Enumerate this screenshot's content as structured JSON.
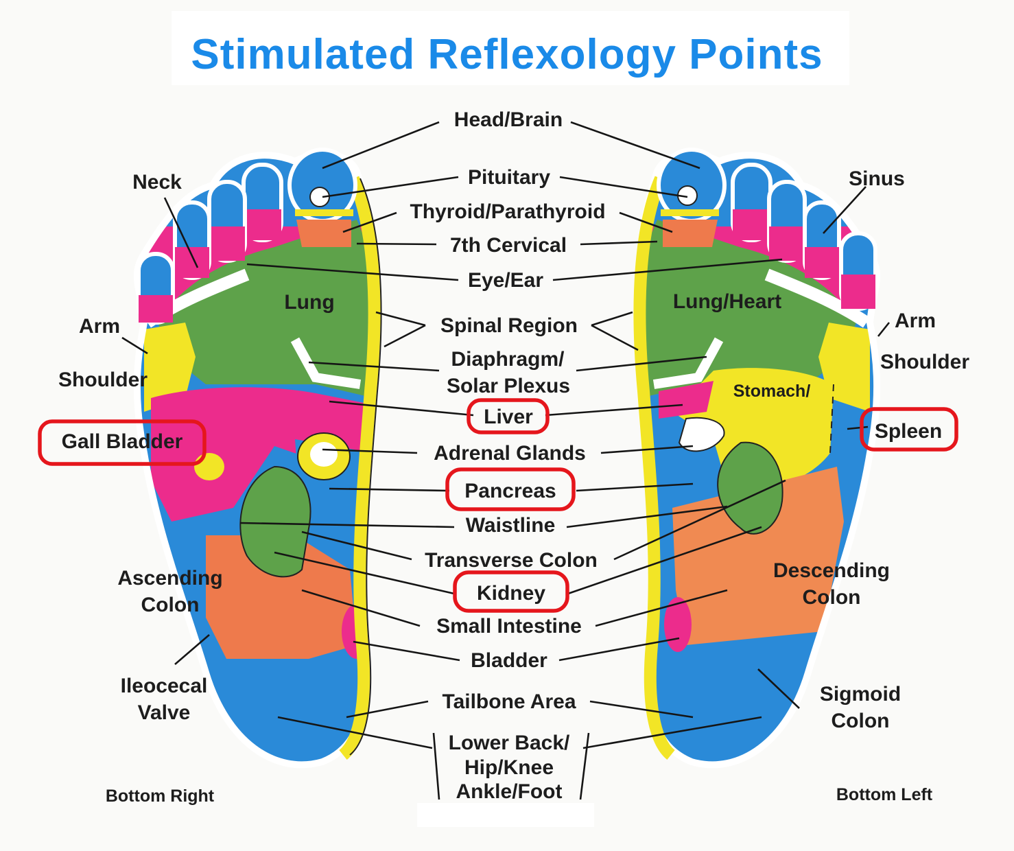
{
  "title": "Stimulated Reflexology Points",
  "colors": {
    "title": "#1a8ae8",
    "highlight": "#e5161c",
    "blue": "#2a8ad8",
    "yellow": "#f2e526",
    "pink": "#ec2c8c",
    "green": "#5ea24a",
    "orange": "#ee7a4c",
    "salmon": "#f08a52"
  },
  "center_labels": {
    "head_brain": "Head/Brain",
    "pituitary": "Pituitary",
    "thyroid": "Thyroid/Parathyroid",
    "cervical": "7th Cervical",
    "eye_ear": "Eye/Ear",
    "spinal": "Spinal Region",
    "diaphragm_1": "Diaphragm/",
    "diaphragm_2": "Solar Plexus",
    "liver": "Liver",
    "adrenal": "Adrenal Glands",
    "pancreas": "Pancreas",
    "waistline": "Waistline",
    "transverse": "Transverse Colon",
    "kidney": "Kidney",
    "small_intestine": "Small Intestine",
    "bladder": "Bladder",
    "tailbone": "Tailbone Area",
    "lower_1": "Lower Back/",
    "lower_2": "Hip/Knee",
    "lower_3": "Ankle/Foot"
  },
  "left_labels": {
    "neck": "Neck",
    "lung": "Lung",
    "arm": "Arm",
    "shoulder": "Shoulder",
    "gall_bladder": "Gall Bladder",
    "ascending_1": "Ascending",
    "ascending_2": "Colon",
    "ileocecal_1": "Ileocecal",
    "ileocecal_2": "Valve",
    "caption": "Bottom Right"
  },
  "right_labels": {
    "sinus": "Sinus",
    "lung_heart": "Lung/Heart",
    "arm": "Arm",
    "shoulder": "Shoulder",
    "stomach": "Stomach/",
    "spleen": "Spleen",
    "descending_1": "Descending",
    "descending_2": "Colon",
    "sigmoid_1": "Sigmoid",
    "sigmoid_2": "Colon",
    "caption": "Bottom Left"
  },
  "highlighted_points": [
    "Liver",
    "Pancreas",
    "Kidney",
    "Gall Bladder",
    "Spleen"
  ]
}
